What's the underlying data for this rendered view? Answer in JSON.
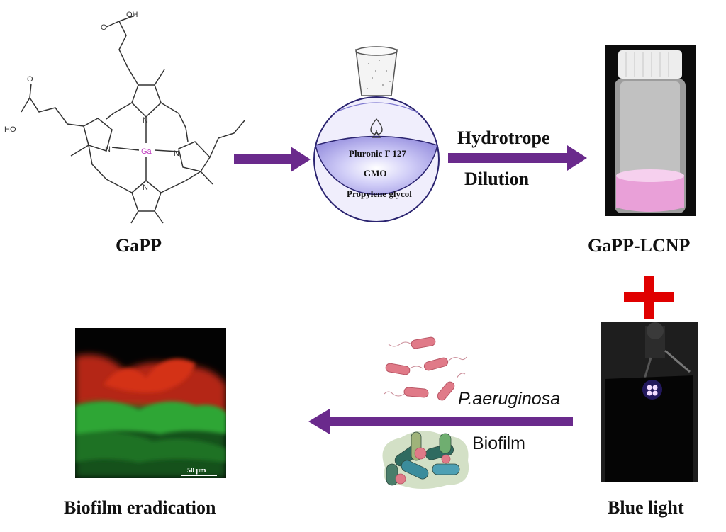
{
  "molecule": {
    "caption": "GaPP",
    "atoms": {
      "metal": "Ga",
      "nitrogen": "N",
      "oh1": "OH",
      "oh2": "HO",
      "o1": "O",
      "o2": "O"
    }
  },
  "flask": {
    "components": [
      "Pluronic F 127",
      "GMO",
      "Propylene glycol"
    ]
  },
  "process": {
    "label_line1": "Hydrotrope",
    "label_line2": "Dilution"
  },
  "vial": {
    "caption": "GaPP-LCNP"
  },
  "light": {
    "caption": "Blue light"
  },
  "bacteria": {
    "species": "P.aeruginosa",
    "state": "Biofilm"
  },
  "micrograph": {
    "caption": "Biofilm eradication",
    "scale_bar": "50 μm"
  },
  "colors": {
    "arrow": "#6a2a8c",
    "plus": "#e00000",
    "flask_liquid": "#b8b4f0",
    "vial_liquid": "#e9a0d8",
    "fluor_red": "#d43018",
    "fluor_green": "#2fa636"
  }
}
